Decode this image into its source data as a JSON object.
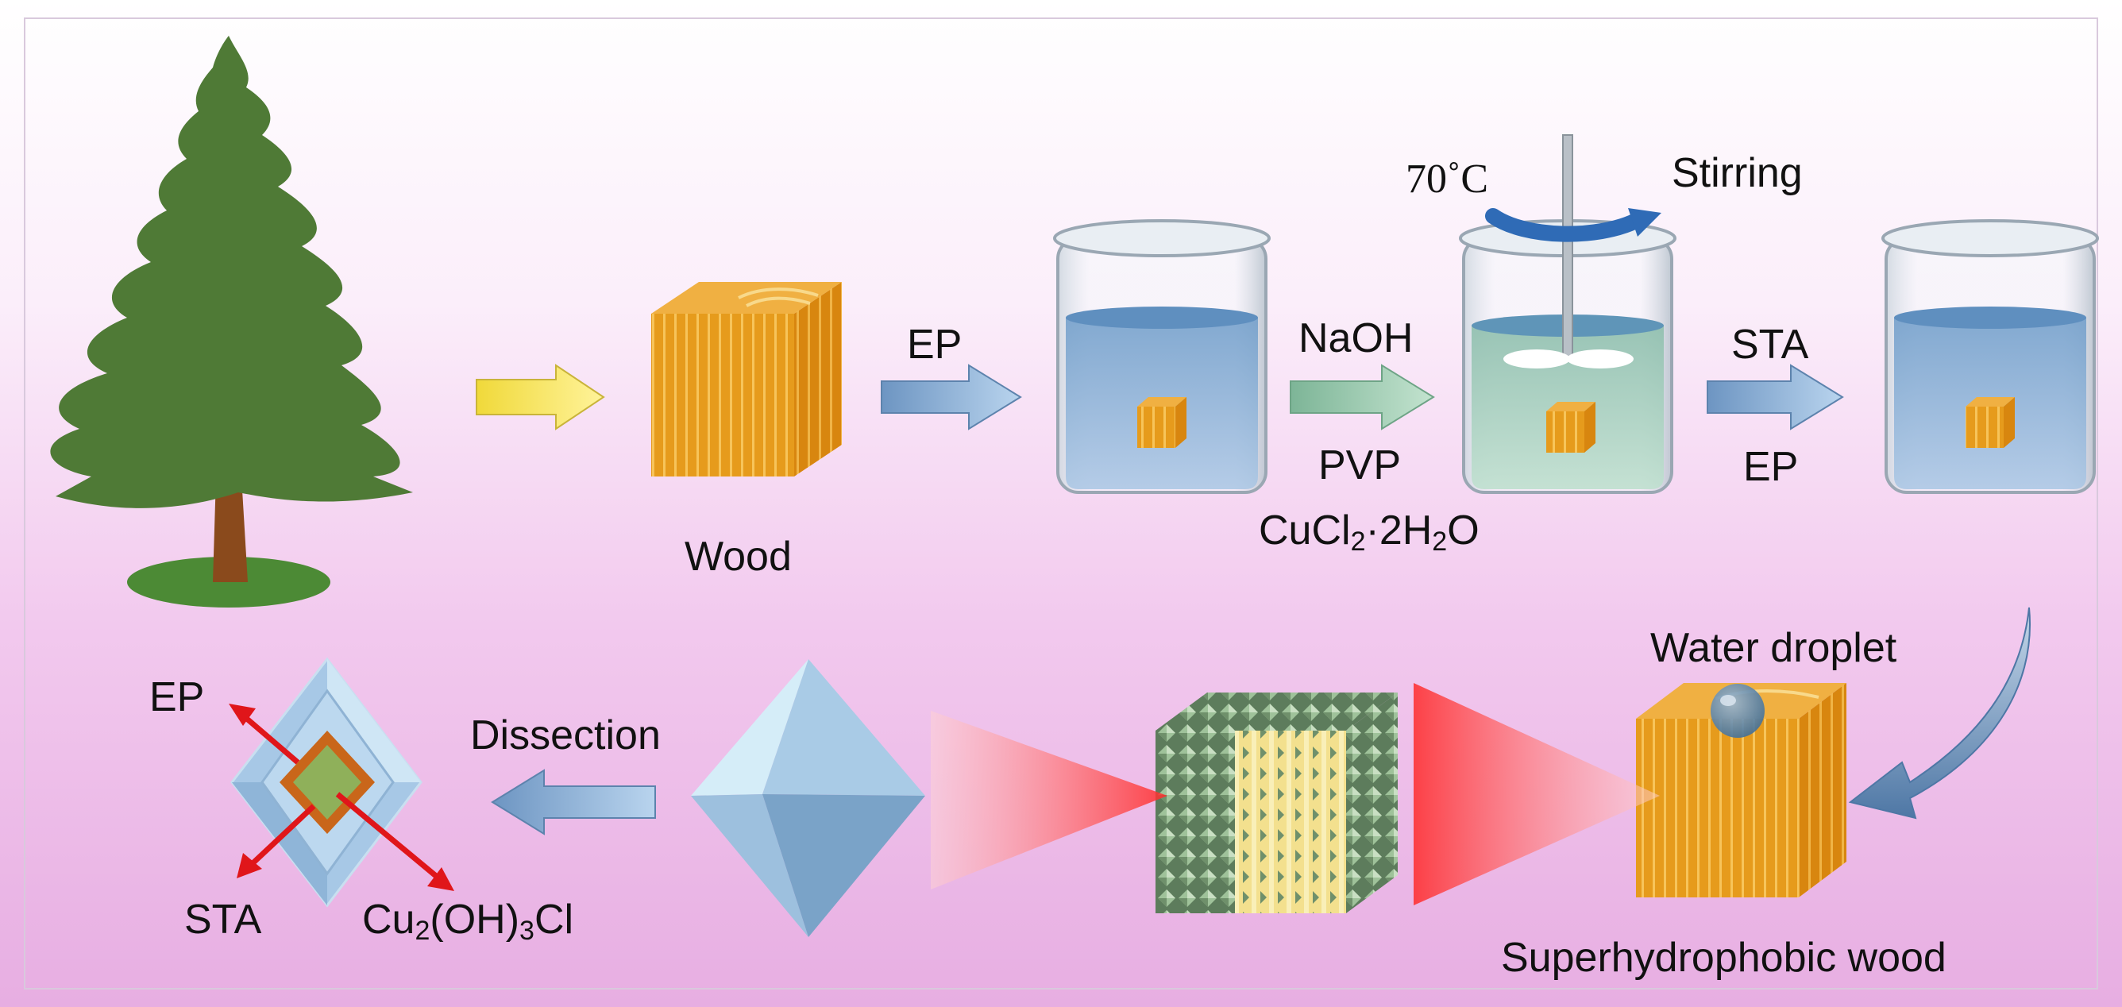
{
  "labels": {
    "wood": "Wood",
    "ep_step1": "EP",
    "naoh": "NaOH",
    "pvp": "PVP",
    "cucl2_main": "CuCl",
    "cucl2_sub": "2",
    "cucl2_dot": "·2H",
    "cucl2_sub2": "2",
    "cucl2_tail": "O",
    "temperature": "70˚C",
    "stirring": "Stirring",
    "sta_step3": "STA",
    "ep_step3": "EP",
    "water_droplet": "Water droplet",
    "superhydrophobic_wood": "Superhydrophobic wood",
    "dissection": "Dissection",
    "layer_ep": "EP",
    "layer_sta": "STA",
    "cu_main": "Cu",
    "cu_sub": "2",
    "cu_mid": "(OH)",
    "cu_sub2": "3",
    "cu_tail": "Cl"
  },
  "colors": {
    "tree_green": "#4f7a36",
    "trunk_brown": "#8a4a1c",
    "wood_orange": "#e59a1f",
    "arrow_blue": "#8fb6db",
    "arrow_green": "#9fcdb4",
    "arrow_yellow": "#f3e35e",
    "beaker_water": "#7faad0",
    "red_arrow": "#e0161a"
  }
}
